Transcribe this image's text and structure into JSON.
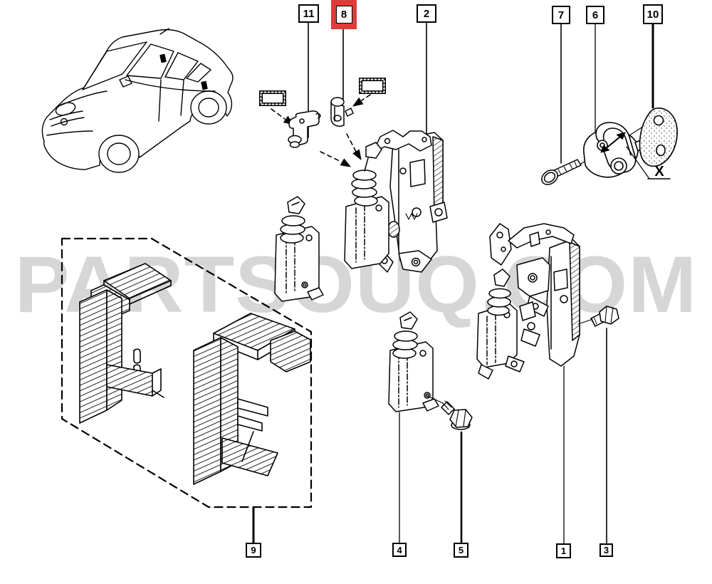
{
  "watermark": {
    "text": "PARTSOUQ.COM",
    "color": "#d6d6d6"
  },
  "colors": {
    "highlight": "#e03a3a",
    "line": "#000000",
    "background": "#ffffff"
  },
  "callouts": {
    "c11": {
      "label": "11",
      "highlighted": false
    },
    "c8": {
      "label": "8",
      "highlighted": true
    },
    "c2": {
      "label": "2",
      "highlighted": false
    },
    "c7": {
      "label": "7",
      "highlighted": false
    },
    "c6": {
      "label": "6",
      "highlighted": false
    },
    "c10": {
      "label": "10",
      "highlighted": false
    },
    "c9": {
      "label": "9",
      "highlighted": false
    },
    "c4": {
      "label": "4",
      "highlighted": false
    },
    "c5": {
      "label": "5",
      "highlighted": false
    },
    "c1": {
      "label": "1",
      "highlighted": false
    },
    "c3": {
      "label": "3",
      "highlighted": false
    }
  },
  "annotations": {
    "x_label": "X"
  },
  "parts": {
    "p1": "rear-door-lock-assembly",
    "p2": "front-door-lock-assembly",
    "p3": "screw",
    "p4": "door-lock-actuator",
    "p5": "screw",
    "p6": "door-striker",
    "p7": "screw",
    "p8": "lock-switch",
    "p9": "lock-cover-shields",
    "p10": "gasket-seal",
    "p11": "clip-bracket"
  }
}
